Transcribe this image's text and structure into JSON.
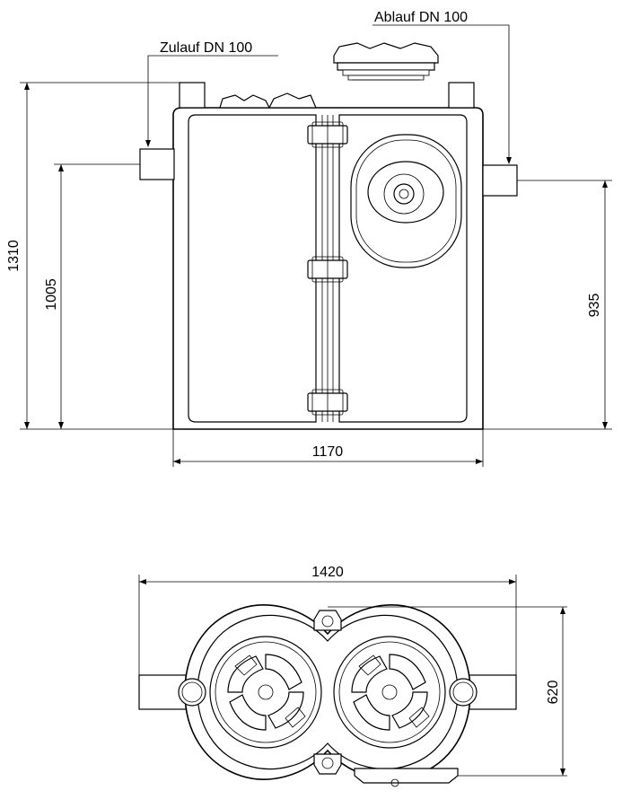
{
  "labels": {
    "inlet": "Zulauf DN 100",
    "outlet": "Ablauf DN 100"
  },
  "dimensions": {
    "total_height": "1310",
    "inlet_height": "1005",
    "outlet_height": "935",
    "width_front": "1170",
    "width_top": "1420",
    "depth_top": "620"
  }
}
